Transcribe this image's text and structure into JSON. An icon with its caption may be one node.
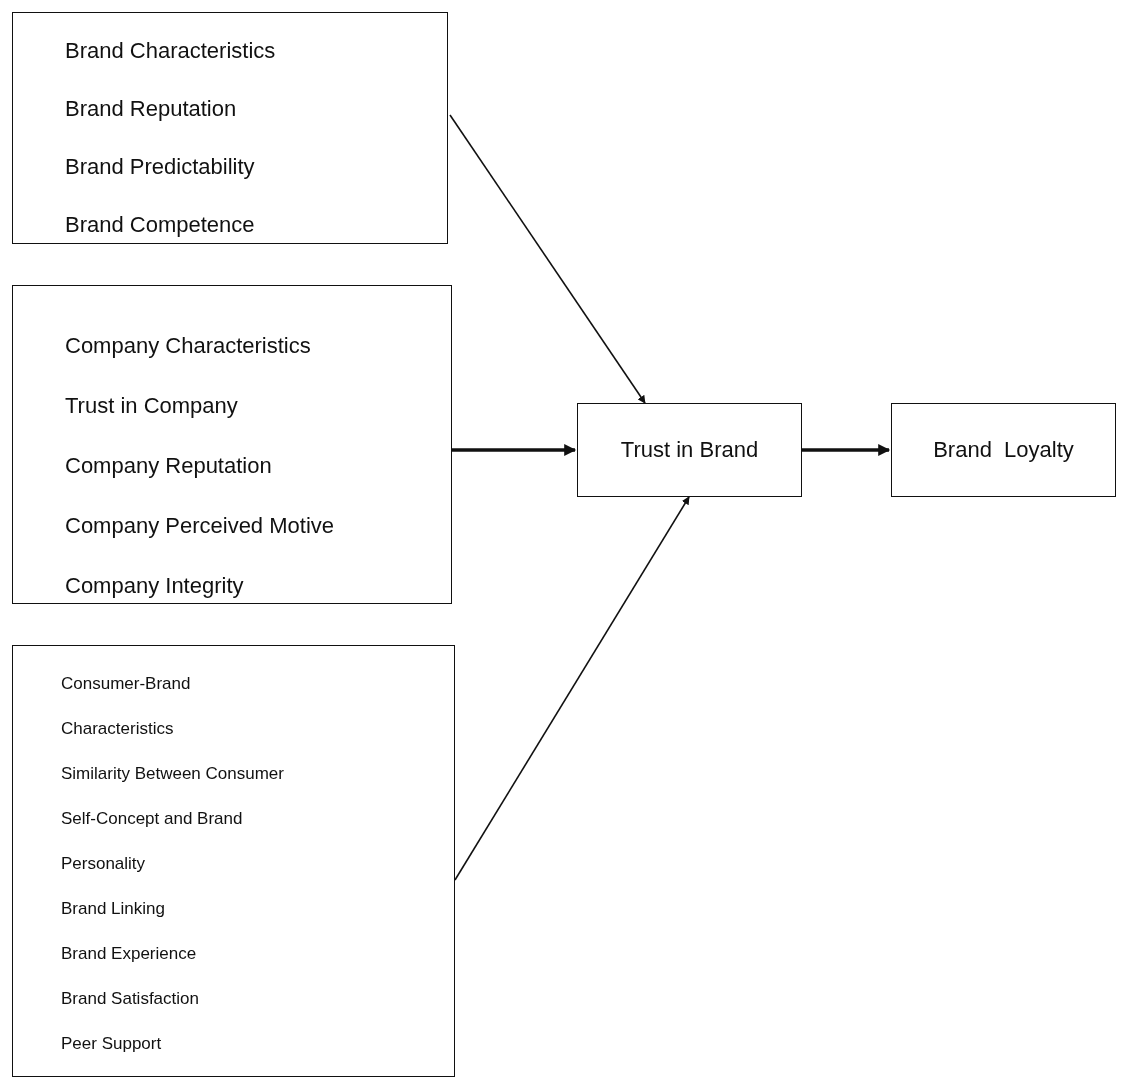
{
  "diagram": {
    "nodes": [
      {
        "text": [
          "Brand Characteristics",
          "Brand Reputation",
          "Brand Predictability",
          "Brand Competence"
        ]
      },
      {
        "text": [
          "Company Characteristics",
          "Trust in Company",
          "Company Reputation",
          "Company Perceived Motive",
          "Company Integrity"
        ]
      },
      {
        "text": [
          "Consumer-Brand Characteristics",
          "Similarity Between Consumer Self-Concept and Brand Personality",
          "Brand Linking",
          "Brand Experience",
          "Brand Satisfaction",
          "Peer Support"
        ]
      },
      {
        "text": [
          "Trust in Brand"
        ]
      },
      {
        "text": [
          "Brand  Loyalty"
        ]
      }
    ],
    "edges": [
      {
        "from": 0,
        "to": 3,
        "arrow": "to"
      },
      {
        "from": 1,
        "to": 3,
        "arrow": "to",
        "style": "thick"
      },
      {
        "from": 2,
        "to": 3,
        "arrow": "to"
      },
      {
        "from": 3,
        "to": 4,
        "arrow": "to",
        "style": "thick"
      }
    ]
  }
}
